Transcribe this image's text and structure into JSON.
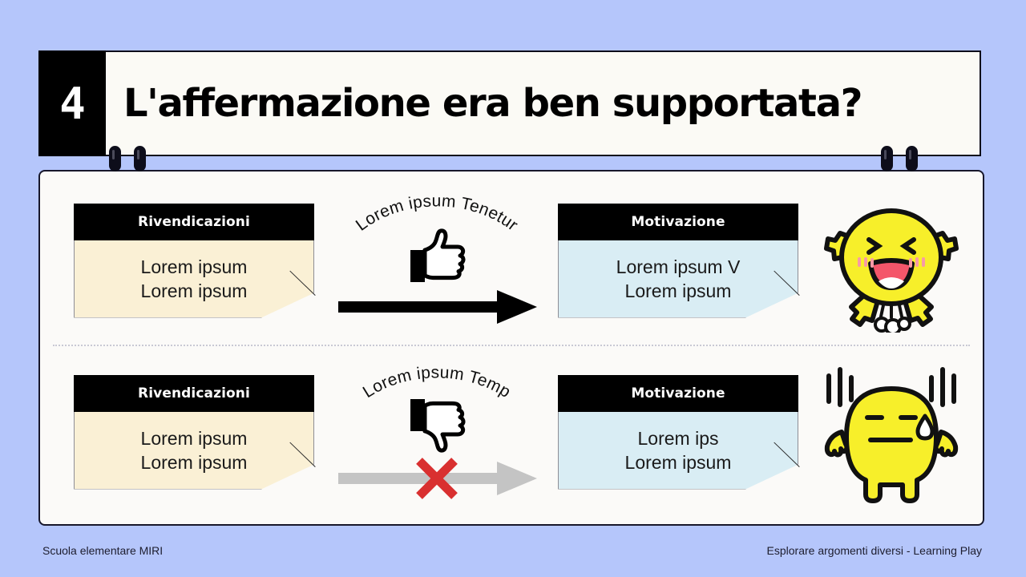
{
  "slide": {
    "background_color": "#b5c6fb",
    "number": "4",
    "title": "L'affermazione era ben supportata?"
  },
  "rows": [
    {
      "claim": {
        "header": "Rivendicazioni",
        "lines": [
          "Lorem ipsum",
          "Lorem ipsum"
        ],
        "fill_color": "#faf0d5"
      },
      "connector": {
        "arc_label": "Lorem ipsum Tenetur",
        "gesture_icon": "thumbs-up-icon",
        "arrow_color": "#000000",
        "arrow_state": "valid",
        "cross_visible": false
      },
      "motivation": {
        "header": "Motivazione",
        "lines": [
          "Lorem ipsum V",
          "Lorem ipsum"
        ],
        "fill_color": "#d9edf4"
      },
      "mascot": {
        "name": "happy-jumping-mascot",
        "body_color": "#f7ef2a",
        "mouth_color": "#f4566a",
        "blush_color": "#f79aa6"
      }
    },
    {
      "claim": {
        "header": "Rivendicazioni",
        "lines": [
          "Lorem ipsum",
          "Lorem ipsum"
        ],
        "fill_color": "#faf0d5"
      },
      "connector": {
        "arc_label": "Lorem ipsum Temp",
        "gesture_icon": "thumbs-down-icon",
        "arrow_color": "#c4c4c4",
        "arrow_state": "invalid",
        "cross_visible": true,
        "cross_color": "#d93030"
      },
      "motivation": {
        "header": "Motivazione",
        "lines": [
          "Lorem ips",
          "Lorem ipsum"
        ],
        "fill_color": "#d9edf4"
      },
      "mascot": {
        "name": "nervous-sweating-mascot",
        "body_color": "#f7ef2a",
        "sweat_color": "#ffffff"
      }
    }
  ],
  "footer": {
    "left": "Scuola elementare MIRI",
    "right": "Esplorare argomenti diversi - Learning Play"
  }
}
